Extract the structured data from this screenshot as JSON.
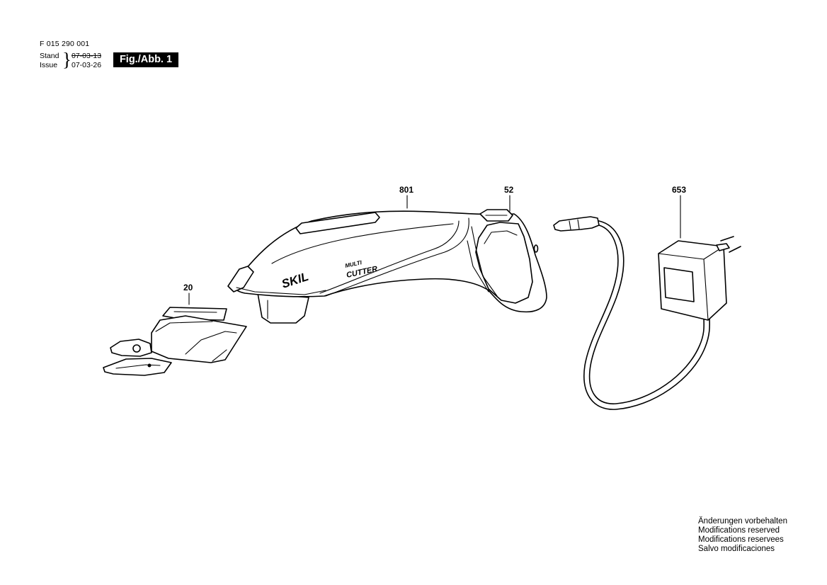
{
  "header": {
    "part_number": "F 015 290 001",
    "stand_label": "Stand",
    "issue_label": "Issue",
    "brace_glyph": "}",
    "stand_date": "07-03-13",
    "issue_date": "07-03-26",
    "figure_tag": "Fig./Abb. 1"
  },
  "callouts": [
    {
      "id": "20",
      "part": "blade-head"
    },
    {
      "id": "801",
      "part": "tool-housing"
    },
    {
      "id": "52",
      "part": "switch"
    },
    {
      "id": "653",
      "part": "charger"
    }
  ],
  "product_markings": {
    "brand": "SKIL",
    "model_line1": "MULTI",
    "model_line2": "CUTTER"
  },
  "footer_notes": [
    "Änderungen vorbehalten",
    "Modifications reserved",
    "Modifications reservees",
    "Salvo modificaciones"
  ]
}
